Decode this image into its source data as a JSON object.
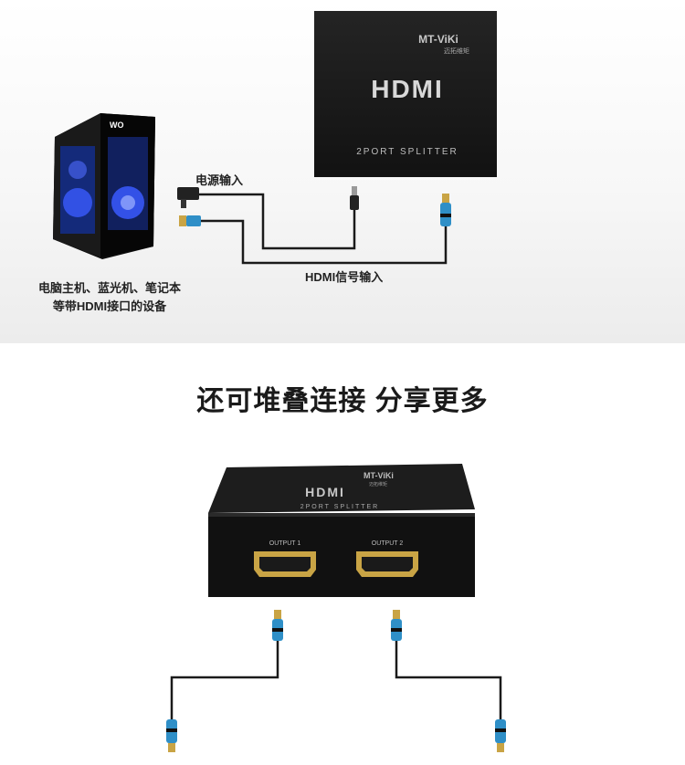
{
  "colors": {
    "device_body": "#1c1c1c",
    "cable": "#1a1a1a",
    "connector_blue": "#2f8fc7",
    "connector_gold": "#c9a445",
    "monitor_glow": "#3a5bff"
  },
  "top_section": {
    "device": {
      "brand": "MT-ViKi",
      "brand_cn": "迈拓维矩",
      "hdmi_logo": "HDMI",
      "product": "2PORT SPLITTER"
    },
    "pc_brand": "WO",
    "labels": {
      "power_input": "电源输入",
      "hdmi_signal_input": "HDMI信号输入"
    },
    "pc_caption_line1": "电脑主机、蓝光机、笔记本",
    "pc_caption_line2": "等带HDMI接口的设备"
  },
  "middle_title": "还可堆叠连接 分享更多",
  "bottom_section": {
    "device": {
      "brand": "MT-ViKi",
      "brand_cn": "迈拓维矩",
      "hdmi_logo": "HDMI",
      "product": "2PORT SPLITTER",
      "output1": "OUTPUT 1",
      "output2": "OUTPUT 2"
    },
    "icons": [
      "hdmi-connector-icon",
      "dc-plug-icon",
      "pc-tower-icon",
      "splitter-device-icon"
    ]
  }
}
